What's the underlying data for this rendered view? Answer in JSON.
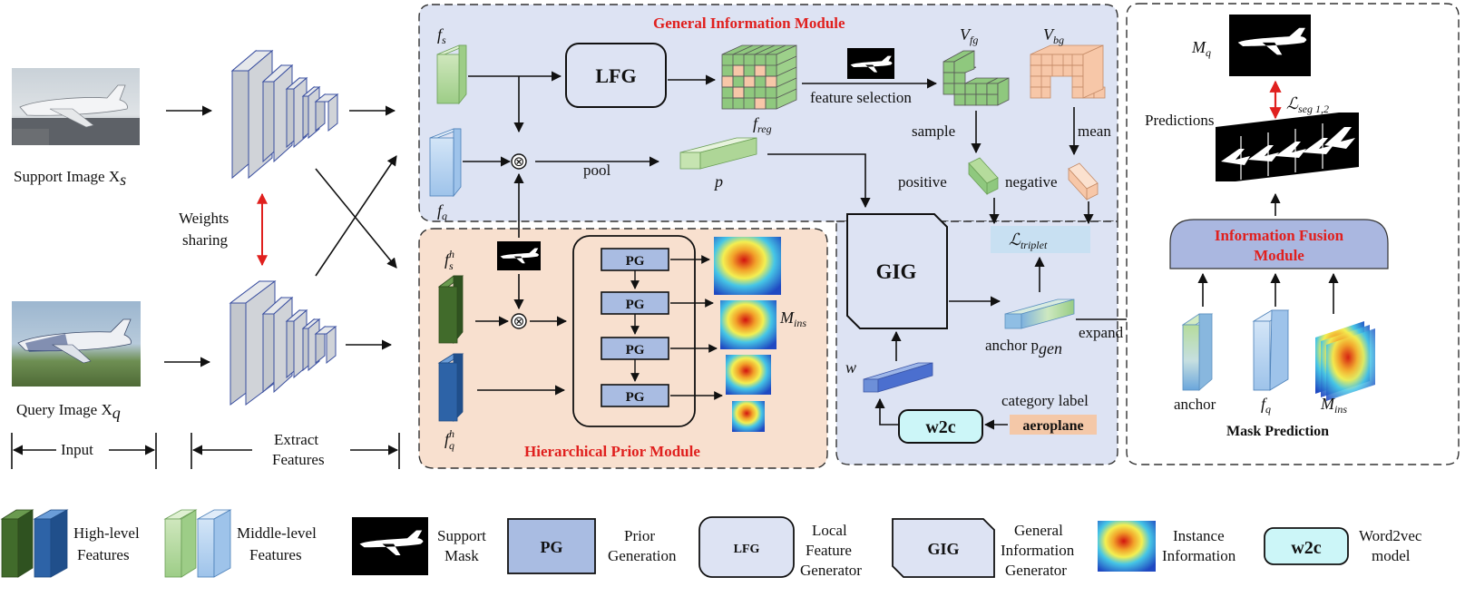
{
  "input": {
    "support_caption": "Support Image X",
    "support_sub": "s",
    "query_caption": "Query Image X",
    "query_sub": "q",
    "weights_1": "Weights",
    "weights_2": "sharing",
    "input_label": "Input",
    "extract_1": "Extract",
    "extract_2": "Features"
  },
  "gim": {
    "title": "General Information Module",
    "fs": "f",
    "fs_sub": "s",
    "fq": "f",
    "fq_sub": "q",
    "lfg": "LFG",
    "freg": "f",
    "freg_sub": "reg",
    "feature_selection": "feature selection",
    "vfg": "V",
    "vfg_sub": "fg",
    "vbg": "V",
    "vbg_sub": "bg",
    "sample": "sample",
    "mean": "mean",
    "pool": "pool",
    "p": "p",
    "positive": "positive",
    "negative": "negative",
    "otimes": "⊗"
  },
  "hpm": {
    "title": "Hierarchical Prior Module",
    "fsh": "f",
    "fsh_sup": "h",
    "fsh_sub": "s",
    "fqh": "f",
    "fqh_sup": "h",
    "fqh_sub": "q",
    "pg": "PG",
    "mins": "M",
    "mins_sub": "ins",
    "otimes": "⊗"
  },
  "gig": {
    "gig": "GIG",
    "triplet": "ℒ",
    "triplet_sub": "triplet",
    "anchor": "anchor p",
    "anchor_sub": "gen",
    "expand": "expand",
    "w": "w",
    "category_label": "category label",
    "w2c": "w2c",
    "aeroplane": "aeroplane"
  },
  "mask": {
    "mq": "M",
    "mq_sub": "q",
    "seg": "ℒ",
    "seg_sub": "seg 1,2",
    "predictions": "Predictions",
    "ifm_1": "Information Fusion",
    "ifm_2": "Module",
    "anchor": "anchor",
    "fq": "f",
    "fq_sub": "q",
    "mins": "M",
    "mins_sub": "ins",
    "title": "Mask Prediction"
  },
  "legend": {
    "high_1": "High-level",
    "high_2": "Features",
    "mid_1": "Middle-level",
    "mid_2": "Features",
    "sm_1": "Support",
    "sm_2": "Mask",
    "pg": "PG",
    "pg_1": "Prior",
    "pg_2": "Generation",
    "lfg": "LFG",
    "lfg_1": "Local",
    "lfg_2": "Feature",
    "lfg_3": "Generator",
    "gig": "GIG",
    "gig_1": "General",
    "gig_2": "Information",
    "gig_3": "Generator",
    "inst_1": "Instance",
    "inst_2": "Information",
    "w2c": "w2c",
    "w2c_1": "Word2vec",
    "w2c_2": "model"
  },
  "colors": {
    "gim_bg": "#dde3f3",
    "hpm_bg": "#f8e0cf",
    "gig_bg": "#dde3f3",
    "title_red": "#e0201e",
    "pg_fill": "#a9bce2",
    "w2c_fill": "#ccf6f8",
    "aeroplane_fill": "#f4c8a8",
    "triplet_fill": "#c8e0f2",
    "ifm_fill": "#aab7e0",
    "fg_green": "#8fc87e",
    "bg_peach": "#f7c7a8",
    "high_green": "#416b2b",
    "high_blue": "#2d63a7",
    "mid_green": "#b5d9a0",
    "mid_blue": "#b9d4ef"
  }
}
